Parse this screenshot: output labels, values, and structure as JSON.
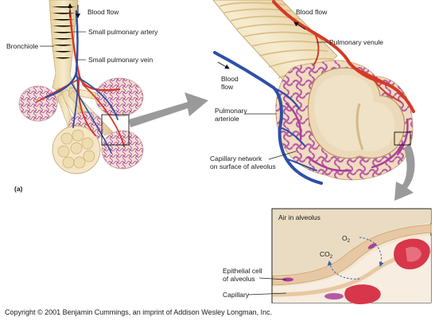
{
  "labels": {
    "blood_flow_a": "Blood flow",
    "small_pulmonary_artery": "Small pulmonary artery",
    "small_pulmonary_vein": "Small pulmonary vein",
    "bronchiole": "Bronchiole",
    "panel_a": "(a)",
    "blood_flow_b_top": "Blood flow",
    "pulmonary_venule": "Pulmonary venule",
    "blood_flow_b_left_1": "Blood",
    "blood_flow_b_left_2": "flow",
    "pulmonary_arteriole_1": "Pulmonary",
    "pulmonary_arteriole_2": "arteriole",
    "capillary_network_1": "Capillary network",
    "capillary_network_2": "on surface of alveolus",
    "air_in_alveolus": "Air in alveolus",
    "o2": "O",
    "o2_sub": "2",
    "co2": "CO",
    "co2_sub": "2",
    "epithelial_cell_1": "Epithelial cell",
    "epithelial_cell_2": "of alveolus",
    "capillary": "Capillary"
  },
  "copyright": "Copyright © 2001 Benjamin Cummings, an imprint of Addison Wesley Longman, Inc.",
  "colors": {
    "artery": "#d63a26",
    "vein": "#2e4fa6",
    "capillary": "#a8409a",
    "tissue": "#f2e3c2",
    "tissue_shadow": "#d9c08e",
    "rbc": "#d8364a",
    "callout_arrow": "#9a9a9a"
  }
}
